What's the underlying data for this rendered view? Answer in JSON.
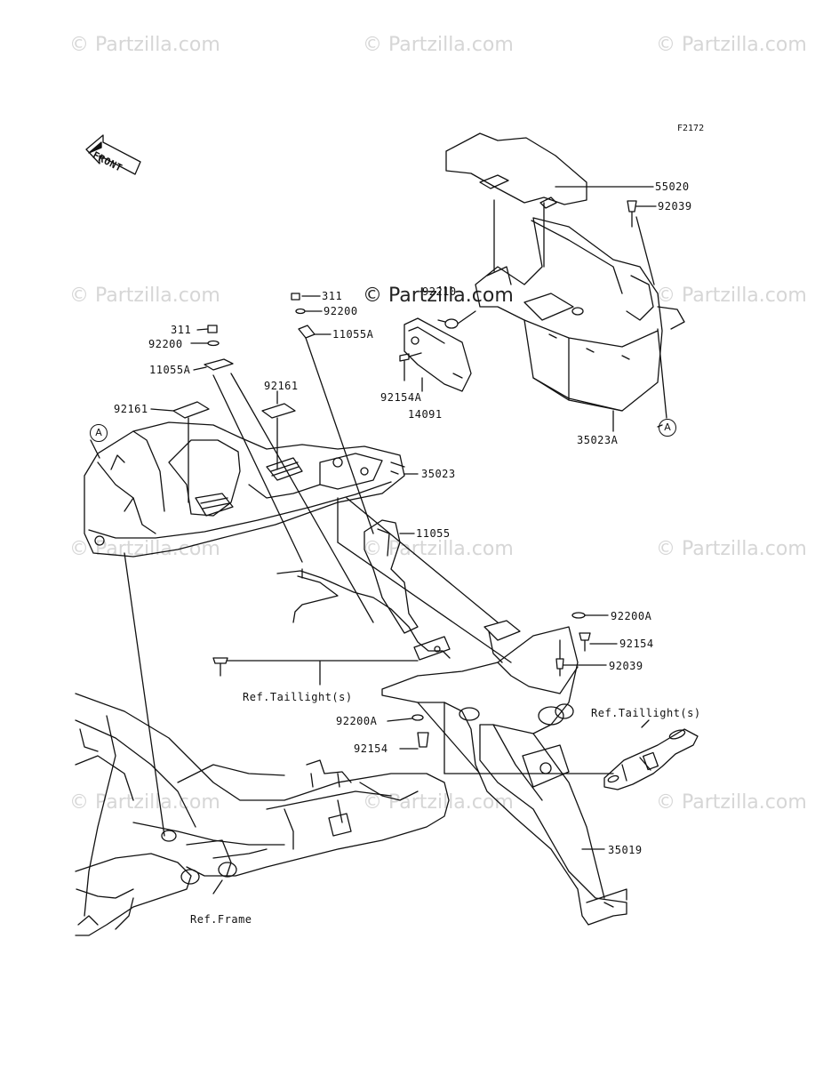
{
  "watermark": "© Partzilla.com",
  "figure_code": "F2172",
  "front_label": "FRONT",
  "ref_marker": "A",
  "labels": {
    "p55020": "55020",
    "p92039_top": "92039",
    "p311_a": "311",
    "p92200_a": "92200",
    "p11055A_a": "11055A",
    "p9221": "92210",
    "p311_b": "311",
    "p92200_b": "92200",
    "p11055A_b": "11055A",
    "p92154A": "92154A",
    "p14091": "14091",
    "p35023A": "35023A",
    "p92161_a": "92161",
    "p92161_b": "92161",
    "p35023": "35023",
    "p11055": "11055",
    "p92200A_a": "92200A",
    "p92154_a": "92154",
    "p92039_b": "92039",
    "ref_taillight_a": "Ref.Taillight(s)",
    "p92200A_b": "92200A",
    "p92154_b": "92154",
    "ref_taillight_b": "Ref.Taillight(s)",
    "p35019": "35019",
    "ref_frame": "Ref.Frame"
  }
}
